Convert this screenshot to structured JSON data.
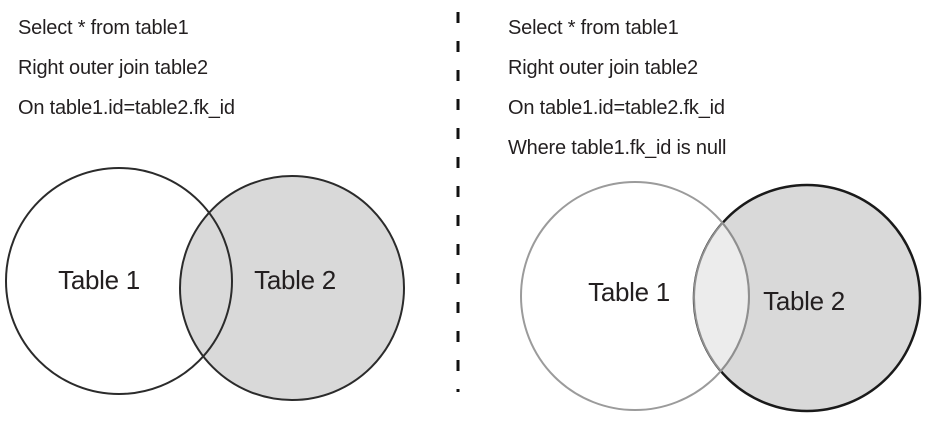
{
  "text_color": "#231f20",
  "divider": {
    "color": "#111111"
  },
  "left_panel": {
    "query_lines": [
      "Select * from table1",
      "Right outer join table2",
      "On table1.id=table2.fk_id"
    ],
    "venn": {
      "left_label": "Table 1",
      "right_label": "Table 2"
    },
    "colors": {
      "table1_fill": "none",
      "table2_fill": "#d9d9d9",
      "circle_stroke": "#2b2b2b"
    }
  },
  "right_panel": {
    "query_lines": [
      "Select * from table1",
      "Right outer join table2",
      "On table1.id=table2.fk_id",
      "Where table1.fk_id is null"
    ],
    "venn": {
      "left_label": "Table 1",
      "right_label": "Table 2"
    },
    "colors": {
      "table1_stroke": "#9b9b9b",
      "table2_fill": "#d9d9d9",
      "table2_stroke": "#1a1a1a",
      "intersection_fill": "#ececec",
      "intersection_stroke": "#8f8f8f"
    }
  }
}
